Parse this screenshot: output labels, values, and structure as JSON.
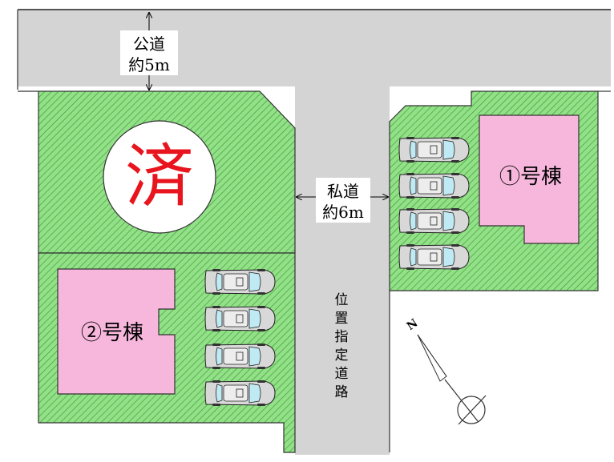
{
  "public_road": {
    "label": "公道",
    "width": "約5m"
  },
  "private_road": {
    "label": "私道",
    "width": "約6m"
  },
  "designated_road": {
    "label": "位置指定道路",
    "chars": [
      "位",
      "置",
      "指",
      "定",
      "道",
      "路"
    ]
  },
  "sold_stamp": {
    "text": "済"
  },
  "buildings": [
    {
      "label": "①号棟"
    },
    {
      "label": "②号棟"
    }
  ],
  "compass": {
    "north_label": "N"
  },
  "colors": {
    "road": "#d4d4d4",
    "lot_green": "#92e087",
    "hatch": "#3d9b35",
    "building_pink": "#f7b7dc",
    "stamp_red": "#e8141e"
  }
}
